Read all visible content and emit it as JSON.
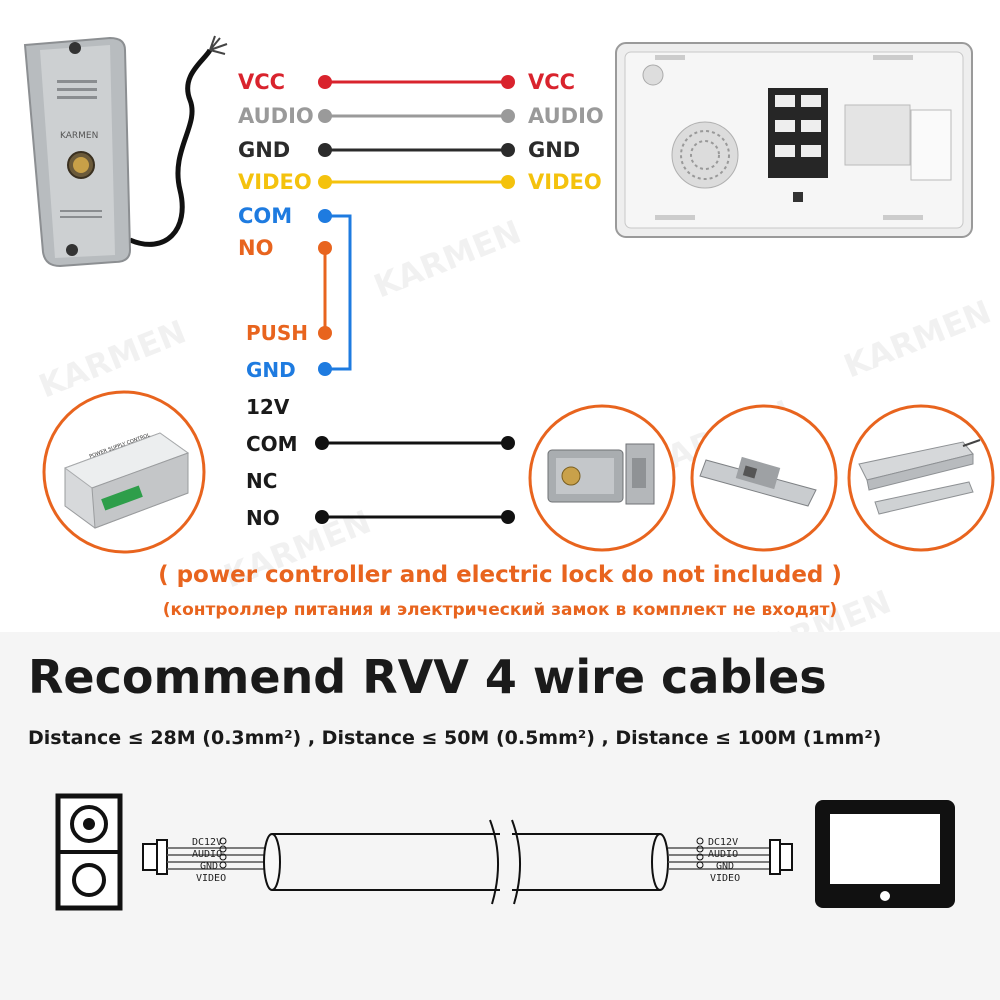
{
  "brand": "KARMEN",
  "outdoor_wires": [
    {
      "label": "VCC",
      "color": "#d9232d"
    },
    {
      "label": "AUDIO",
      "color": "#9a9a9a"
    },
    {
      "label": "GND",
      "color": "#2b2b2b"
    },
    {
      "label": "VIDEO",
      "color": "#f4c20d"
    },
    {
      "label": "COM",
      "color": "#1e7be0"
    },
    {
      "label": "NO",
      "color": "#e8641e"
    }
  ],
  "monitor_wires": [
    {
      "label": "VCC",
      "color": "#d9232d"
    },
    {
      "label": "AUDIO",
      "color": "#9a9a9a"
    },
    {
      "label": "GND",
      "color": "#2b2b2b"
    },
    {
      "label": "VIDEO",
      "color": "#f4c20d"
    }
  ],
  "controller_terminals": [
    {
      "label": "PUSH",
      "color": "#e8641e"
    },
    {
      "label": "GND",
      "color": "#1e7be0"
    },
    {
      "label": "12V",
      "color": "#1a1a1a"
    },
    {
      "label": "COM",
      "color": "#1a1a1a"
    },
    {
      "label": "NC",
      "color": "#1a1a1a"
    },
    {
      "label": "NO",
      "color": "#1a1a1a"
    }
  ],
  "controller_device_label": "POWER SUPPLY CONTROL",
  "note_en": "( power controller and electric lock do not included )",
  "note_ru": "(контроллер питания и электрический замок в комплект не входят)",
  "heading": "Recommend RVV 4 wire cables",
  "distance_text": "Distance ≤ 28M (0.3mm²) ,  Distance ≤ 50M (0.5mm²) , Distance ≤ 100M (1mm²)",
  "cable_labels": [
    "DC12V",
    "AUDIO",
    "GND",
    "VIDEO"
  ],
  "accent_color": "#e8641e"
}
